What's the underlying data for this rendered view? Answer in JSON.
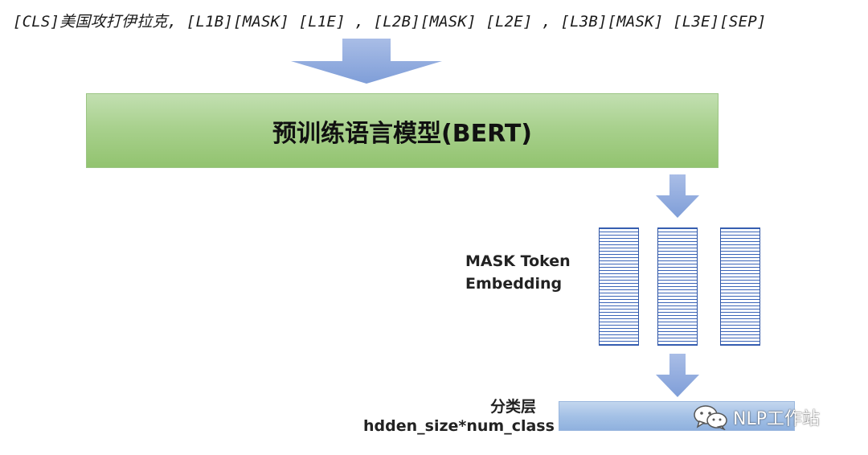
{
  "input_sequence": "[CLS]美国攻打伊拉克,  [L1B][MASK] [L1E] ,  [L2B][MASK] [L2E] ,  [L3B][MASK] [L3E][SEP]",
  "model": {
    "label": "预训练语言模型(BERT)"
  },
  "embedding": {
    "line1": "MASK Token",
    "line2": "Embedding",
    "columns": 3
  },
  "classifier": {
    "title": "分类层",
    "formula": "hdden_size*num_class"
  },
  "watermark": {
    "text": "NLP工作站",
    "icon": "wechat-icon"
  },
  "colors": {
    "arrow": "#8faadc",
    "model_box": "#a9d18e",
    "embedding_lines": "#3a64b8",
    "classifier_bar": "#a4c1e6"
  }
}
